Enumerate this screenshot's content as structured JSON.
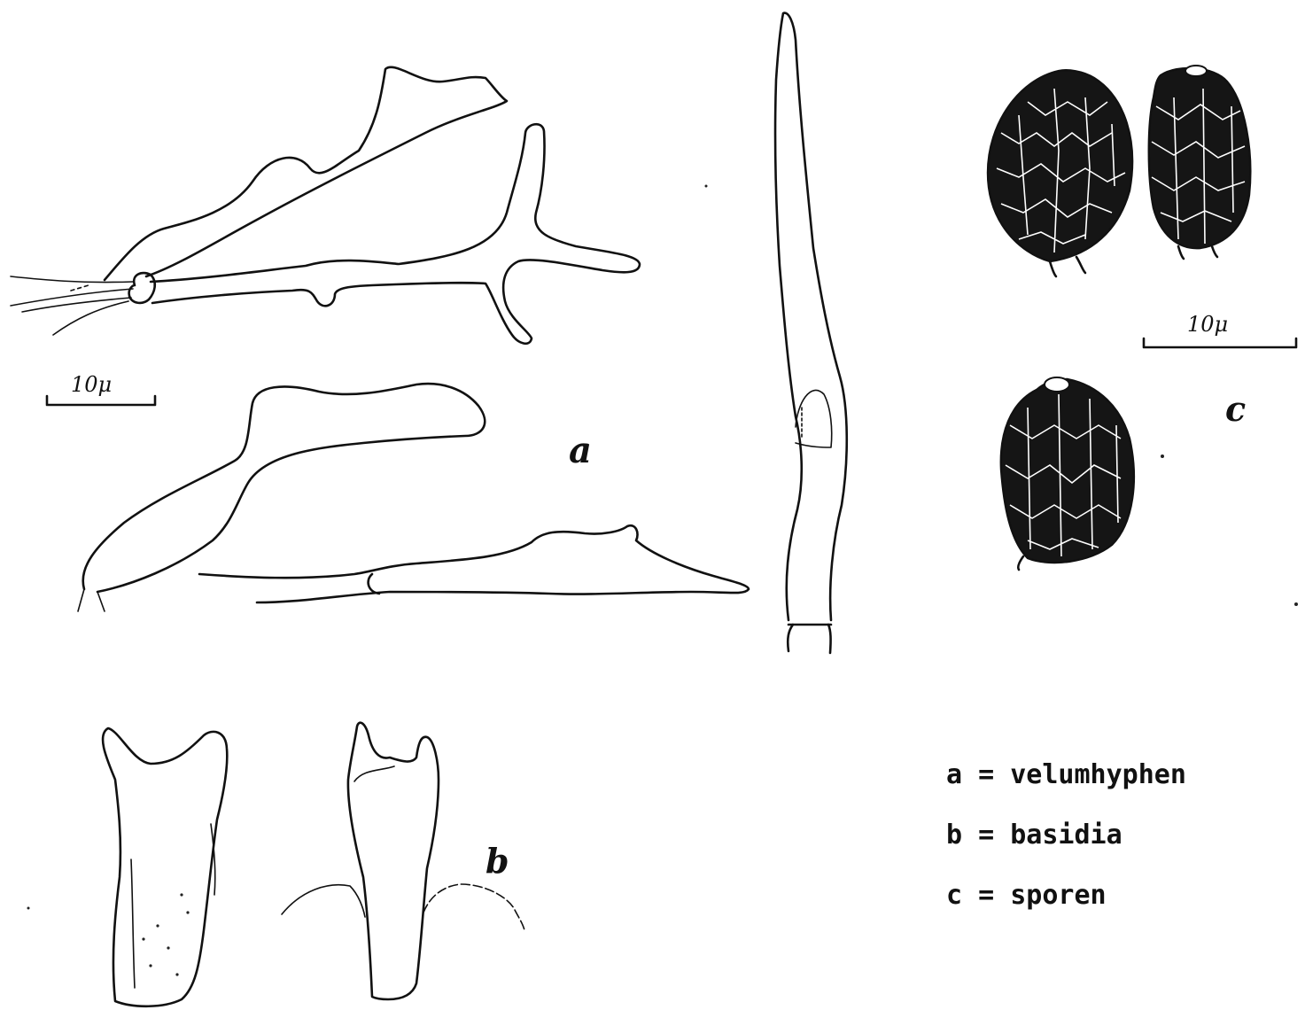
{
  "figure": {
    "labels": {
      "a": "a",
      "b": "b",
      "c": "c"
    },
    "scale_bars": [
      {
        "text": "10μ"
      },
      {
        "text": "10μ"
      }
    ],
    "legend": [
      {
        "text": "a = velumhyphen"
      },
      {
        "text": "b = basidia"
      },
      {
        "text": "c = sporen"
      }
    ]
  }
}
